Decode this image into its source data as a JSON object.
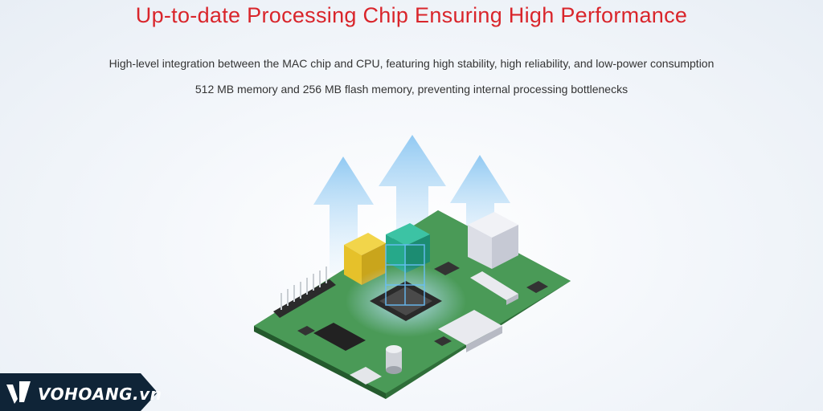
{
  "header": {
    "title": "Up-to-date Processing Chip Ensuring High Performance"
  },
  "description": {
    "line1": "High-level integration between the MAC chip and CPU, featuring high stability, high reliability, and low-power consumption",
    "line2": "512 MB memory and 256 MB flash memory, preventing internal processing bottlenecks"
  },
  "watermark": {
    "brand": "VOHOANG.vn"
  },
  "colors": {
    "title": "#d9252b",
    "pcb": "#3f8a4a",
    "arrow": "#9fd0f4",
    "watermark_bg": "#0f2437"
  }
}
